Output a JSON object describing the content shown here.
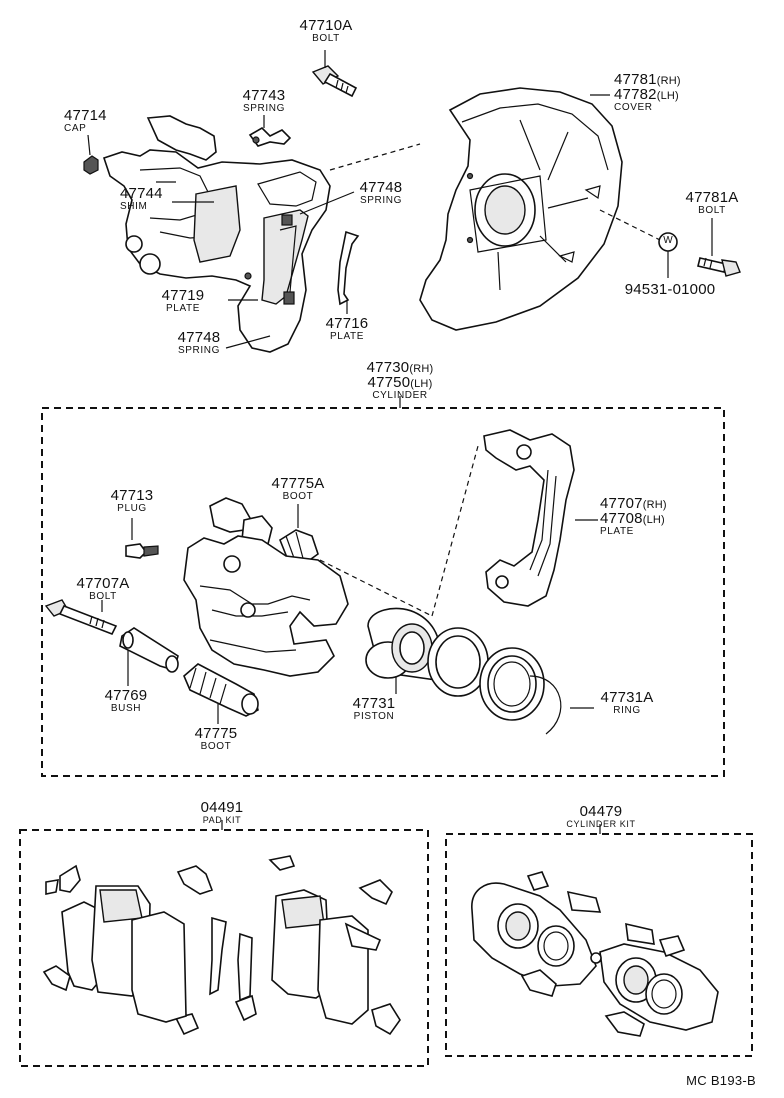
{
  "labels": {
    "l47710A": {
      "part": "47710A",
      "name": "BOLT"
    },
    "l47743": {
      "part": "47743",
      "name": "SPRING"
    },
    "l47714": {
      "part": "47714",
      "name": "CAP"
    },
    "l47744": {
      "part": "47744",
      "name": "SHIM"
    },
    "l47748a": {
      "part": "47748",
      "name": "SPRING"
    },
    "l47719": {
      "part": "47719",
      "name": "PLATE"
    },
    "l47748b": {
      "part": "47748",
      "name": "SPRING"
    },
    "l47716": {
      "part": "47716",
      "name": "PLATE"
    },
    "l47781": {
      "part": "47781",
      "part_suffix": "(RH)",
      "part2": "47782",
      "part2_suffix": "(LH)",
      "name": "COVER"
    },
    "l47781A": {
      "part": "47781A",
      "name": "BOLT"
    },
    "l94531": {
      "part": "94531-01000",
      "washer": "W"
    },
    "l47730": {
      "part": "47730",
      "part_suffix": "(RH)",
      "part2": "47750",
      "part2_suffix": "(LH)",
      "name": "CYLINDER"
    },
    "l47713": {
      "part": "47713",
      "name": "PLUG"
    },
    "l47775A": {
      "part": "47775A",
      "name": "BOOT"
    },
    "l47707": {
      "part": "47707",
      "part_suffix": "(RH)",
      "part2": "47708",
      "part2_suffix": "(LH)",
      "name": "PLATE"
    },
    "l47707A": {
      "part": "47707A",
      "name": "BOLT"
    },
    "l47769": {
      "part": "47769",
      "name": "BUSH"
    },
    "l47775": {
      "part": "47775",
      "name": "BOOT"
    },
    "l47731": {
      "part": "47731",
      "name": "PISTON"
    },
    "l47731A": {
      "part": "47731A",
      "name": "RING"
    },
    "l04491": {
      "part": "04491",
      "name": "PAD KIT"
    },
    "l04479": {
      "part": "04479",
      "name": "CYLINDER KIT"
    }
  },
  "diagram_code": "MC B193-B"
}
